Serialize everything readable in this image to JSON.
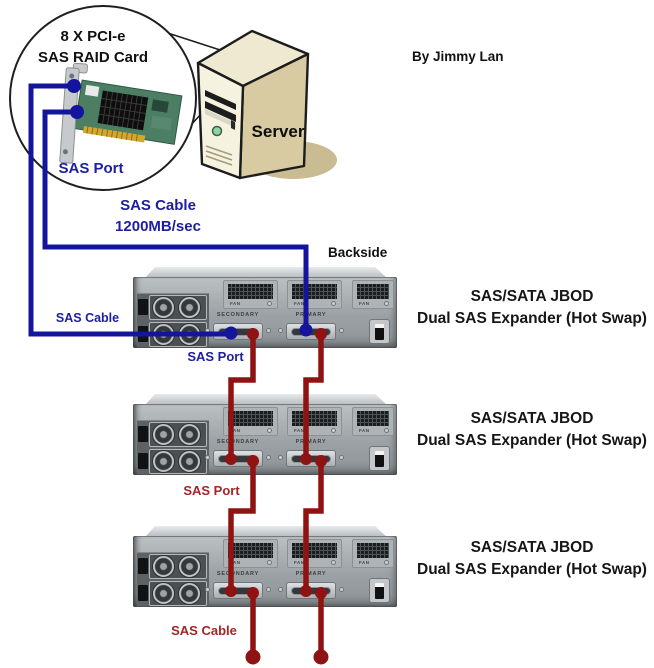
{
  "colors": {
    "cable_blue": "#14149c",
    "cable_red": "#8f1313",
    "text_blue": "#1d1da0",
    "text_red": "#a42525",
    "chassis": "#a3a8ab"
  },
  "author": "By Jimmy Lan",
  "magnifier": {
    "card_title_line1": "8 X PCI-e",
    "card_title_line2": "SAS RAID Card",
    "port_label": "SAS Port"
  },
  "server": {
    "label": "Server"
  },
  "cable_callout": {
    "line1": "SAS Cable",
    "line2": "1200MB/sec"
  },
  "backside_label": "Backside",
  "left_cable_label": "SAS Cable",
  "jbod_unit": {
    "secondary_label": "SECONDARY",
    "primary_label": "PRIMARY",
    "fan_label": "FAN"
  },
  "jbods": [
    {
      "label1": "SAS/SATA JBOD",
      "label2": "Dual SAS Expander (Hot Swap)",
      "port_label": "SAS Port"
    },
    {
      "label1": "SAS/SATA JBOD",
      "label2": "Dual SAS Expander (Hot Swap)",
      "port_label": "SAS Port"
    },
    {
      "label1": "SAS/SATA JBOD",
      "label2": "Dual SAS Expander (Hot Swap)",
      "cable_label": "SAS Cable"
    }
  ]
}
